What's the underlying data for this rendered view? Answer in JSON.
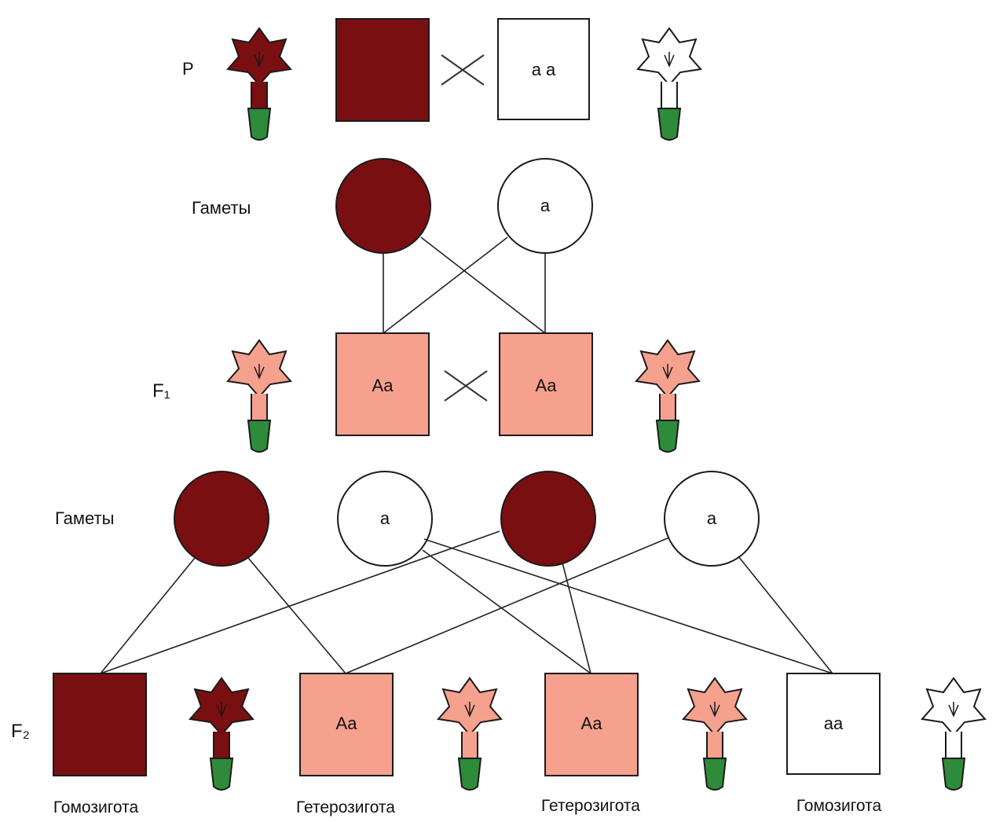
{
  "generations": {
    "p_label": "P",
    "f1_label": "F₁",
    "f2_label": "F₂"
  },
  "gametes_label": "Гаметы",
  "genotypes": {
    "p_white": "a a",
    "gamete_a": "a",
    "f1_left": "Aa",
    "f1_right": "Aa",
    "f2_het_1": "Aa",
    "f2_het_2": "Aa",
    "f2_white": "aa"
  },
  "f2_captions": {
    "c1": "Гомозигота",
    "c2": "Гетерозигота",
    "c3": "Гетерозигота",
    "c4": "Гомозигота"
  },
  "colors": {
    "dominant": "#7a0f12",
    "heterozygote": "#f6a08e",
    "recessive": "#ffffff",
    "stem": "#2e8b3a",
    "line": "#222222"
  }
}
